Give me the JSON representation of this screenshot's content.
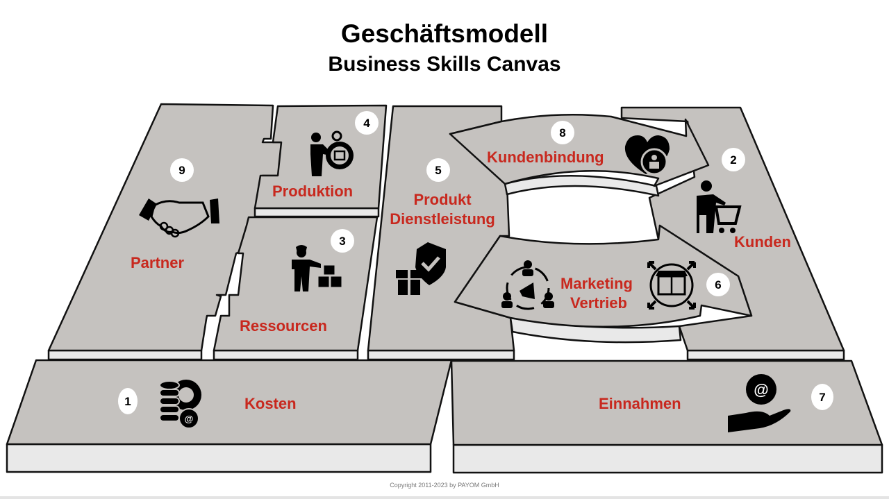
{
  "header": {
    "title": "Geschäftsmodell",
    "subtitle": "Business Skills Canvas"
  },
  "colors": {
    "tile": "#c5c2bf",
    "tile_side": "#e9e9e9",
    "label": "#c8281e",
    "outline": "#111111",
    "badge": "#ffffff"
  },
  "blocks": {
    "partner": {
      "number": "9",
      "label": "Partner",
      "icon": "handshake-icon"
    },
    "produktion": {
      "number": "4",
      "label": "Produktion",
      "icon": "production-gear-icon"
    },
    "ressourcen": {
      "number": "3",
      "label": "Ressourcen",
      "icon": "person-boxes-icon"
    },
    "produkt": {
      "number": "5",
      "label_line1": "Produkt",
      "label_line2": "Dienstleistung",
      "icon": "gift-shield-icon"
    },
    "kundenbindung": {
      "number": "8",
      "label": "Kundenbindung",
      "icon": "heart-customer-icon"
    },
    "kunden": {
      "number": "2",
      "label": "Kunden",
      "icon": "shopping-cart-person-icon"
    },
    "marketing": {
      "number": "6",
      "label_line1": "Marketing",
      "label_line2": "Vertrieb",
      "icon": "megaphone-team-icon",
      "icon2": "box-distribution-icon"
    },
    "kosten": {
      "number": "1",
      "label": "Kosten",
      "icon": "database-gear-icon"
    },
    "einnahmen": {
      "number": "7",
      "label": "Einnahmen",
      "icon": "hand-coin-icon"
    }
  },
  "footer": {
    "copyright": "Copyright 2011-2023 by PAYOM GmbH"
  }
}
